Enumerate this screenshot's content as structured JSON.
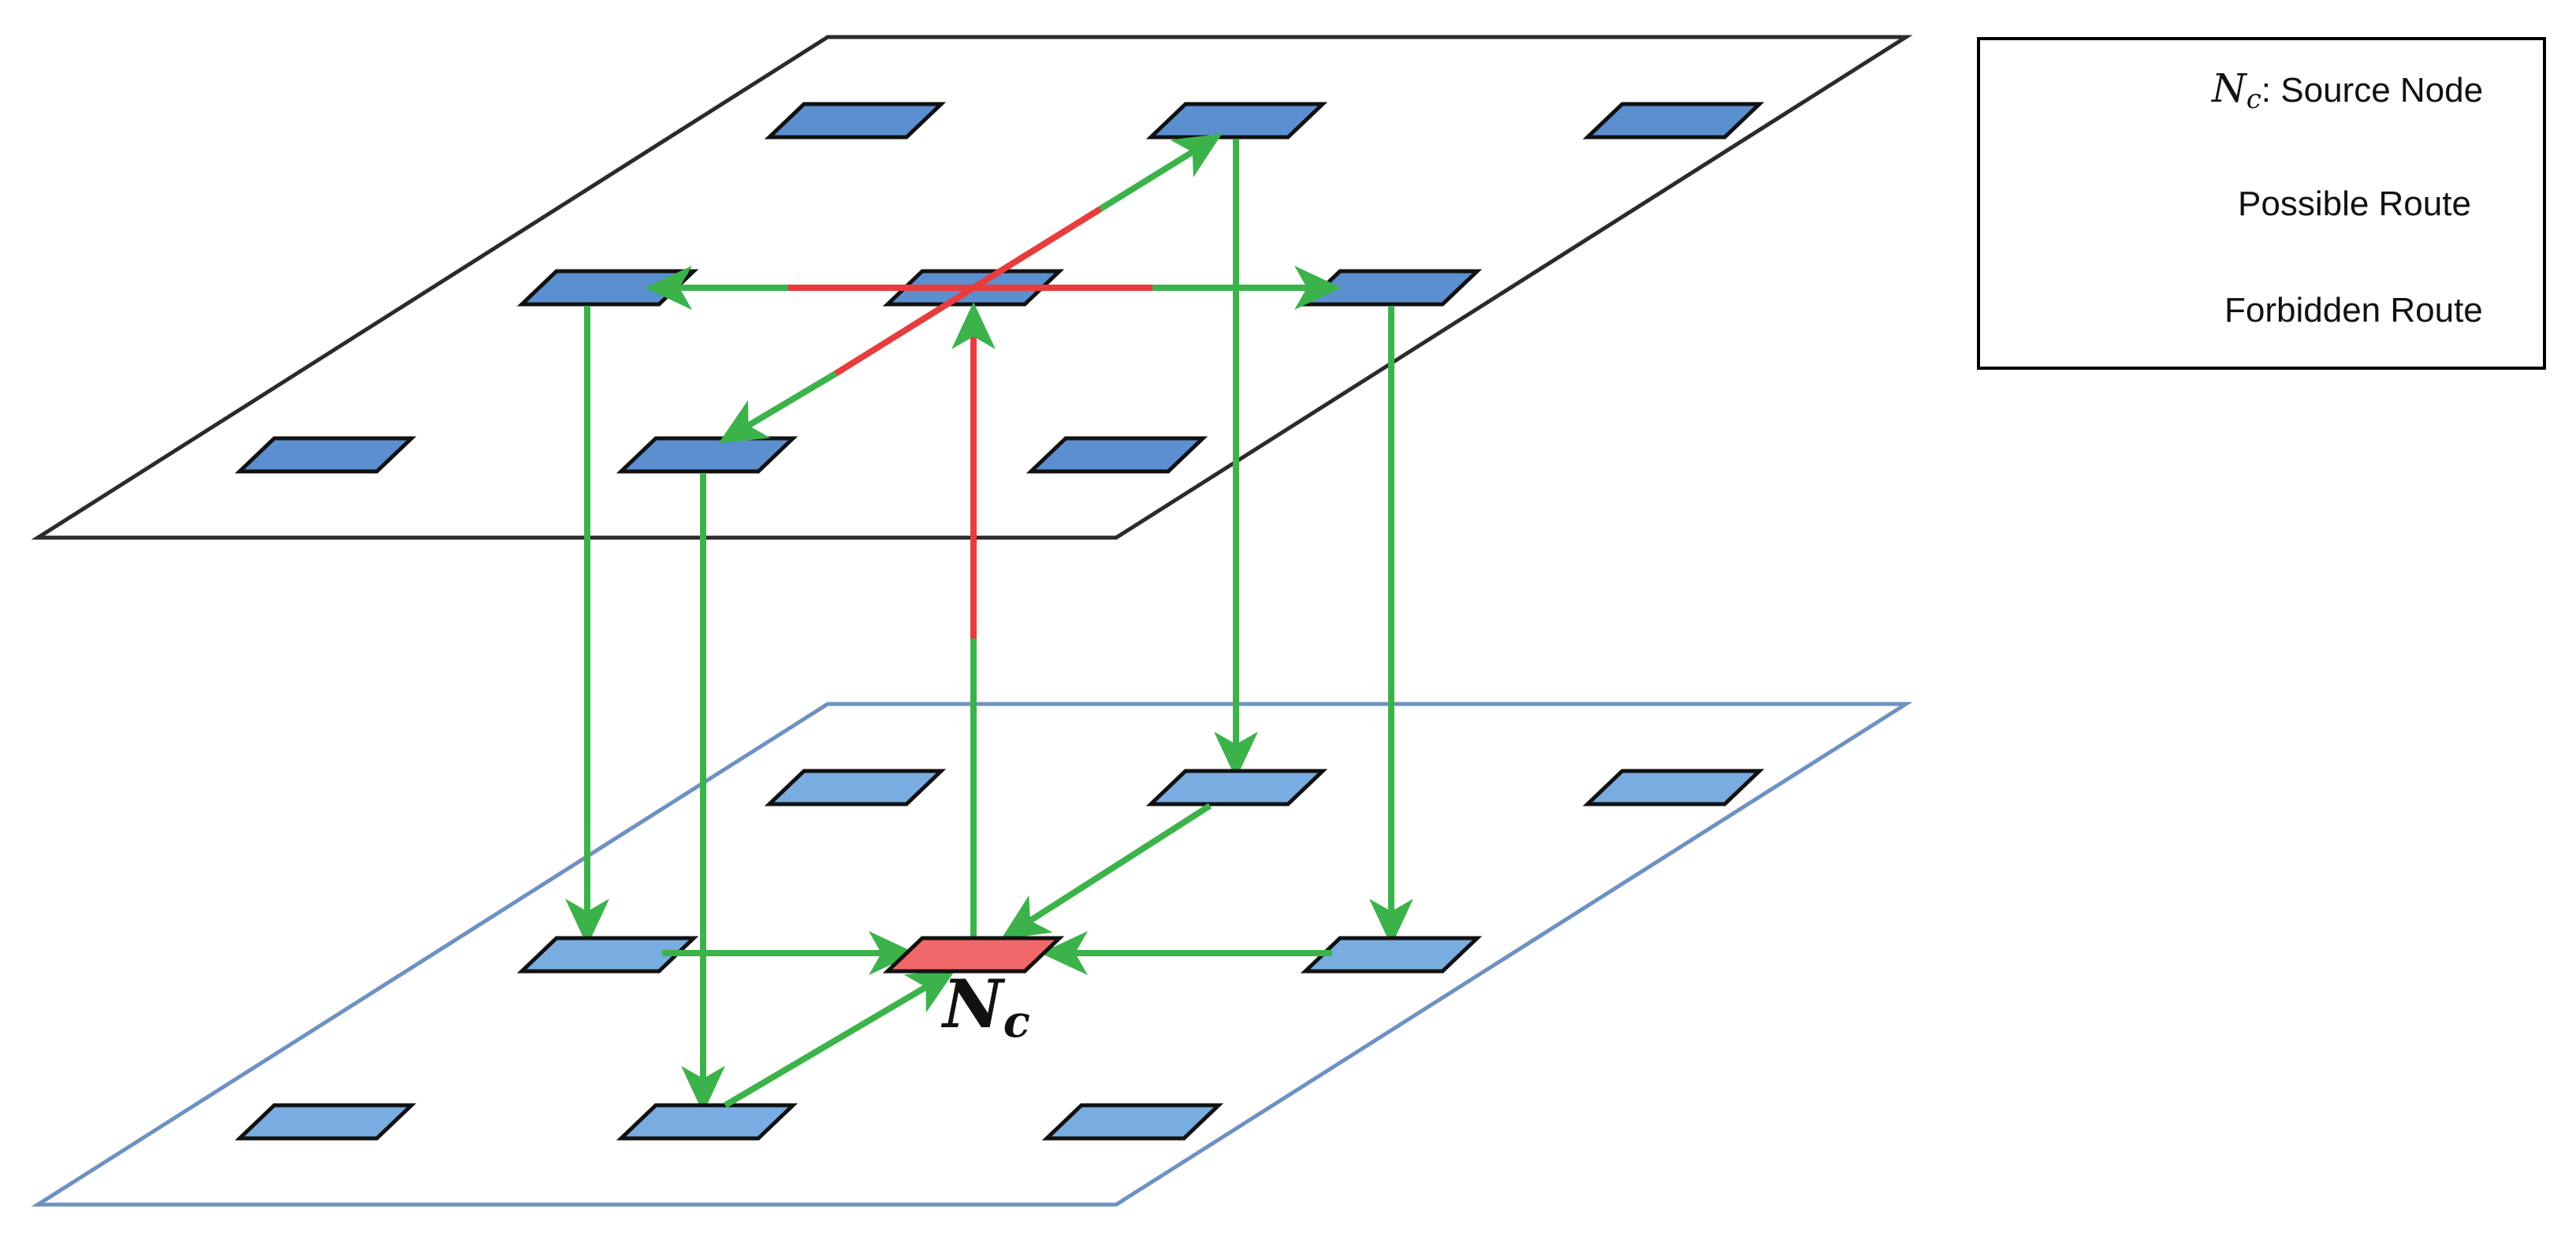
{
  "colors": {
    "node": "#5b8fd0",
    "node_lower": "#79ade1",
    "source_node": "#f0686a",
    "possible_route": "#3cb34a",
    "forbidden_route": "#e83c3c",
    "top_plane_border": "#2b2b2b",
    "bottom_plane_border": "#6e91c4"
  },
  "source_label": {
    "symbol": "N",
    "subscript": "c"
  },
  "legend": {
    "source_node": {
      "symbol": "N",
      "subscript": "c",
      "text": ": Source Node"
    },
    "possible_route": "Possible Route",
    "forbidden_route": "Forbidden Route"
  }
}
